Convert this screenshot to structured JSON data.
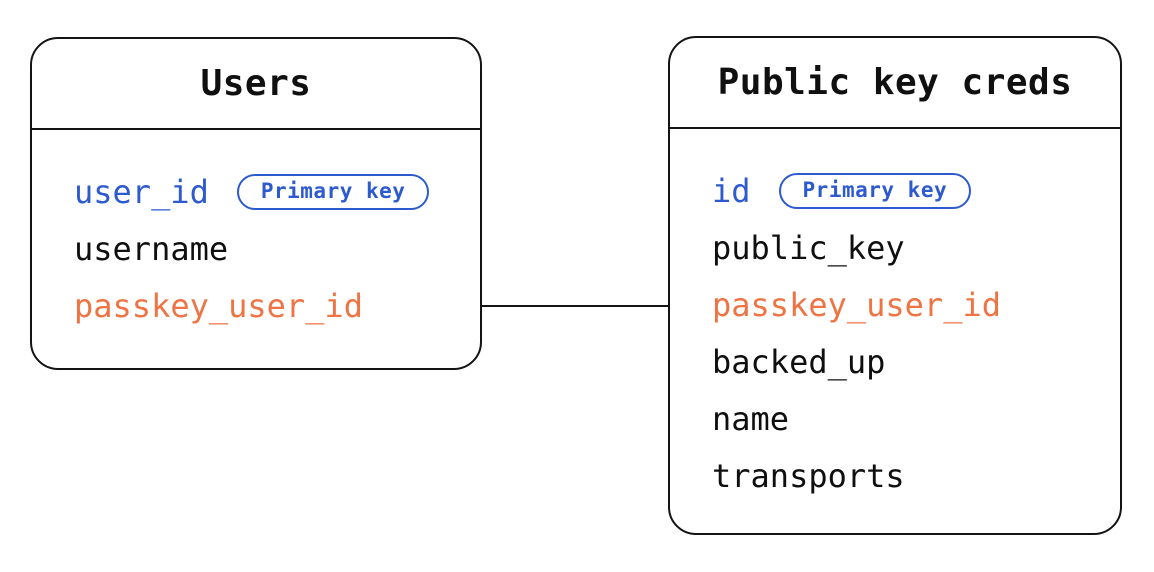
{
  "colors": {
    "background": "#ffffff",
    "line": "#141414",
    "text_default": "#0f0f0f",
    "primary_key_blue": "#2d5ace",
    "highlight_orange": "#ee7444"
  },
  "tables": [
    {
      "title": "Users",
      "fields": [
        {
          "label": "user_id",
          "role": "primary",
          "badge": "Primary key"
        },
        {
          "label": "username",
          "role": "default"
        },
        {
          "label": "passkey_user_id",
          "role": "highlight"
        }
      ]
    },
    {
      "title": "Public key creds",
      "fields": [
        {
          "label": "id",
          "role": "primary",
          "badge": "Primary key"
        },
        {
          "label": "public_key",
          "role": "default"
        },
        {
          "label": "passkey_user_id",
          "role": "highlight"
        },
        {
          "label": "backed_up",
          "role": "default"
        },
        {
          "label": "name",
          "role": "default"
        },
        {
          "label": "transports",
          "role": "default"
        }
      ]
    }
  ],
  "connector": {
    "connects": [
      "Users",
      "Public key creds"
    ],
    "at_field": "passkey_user_id"
  }
}
